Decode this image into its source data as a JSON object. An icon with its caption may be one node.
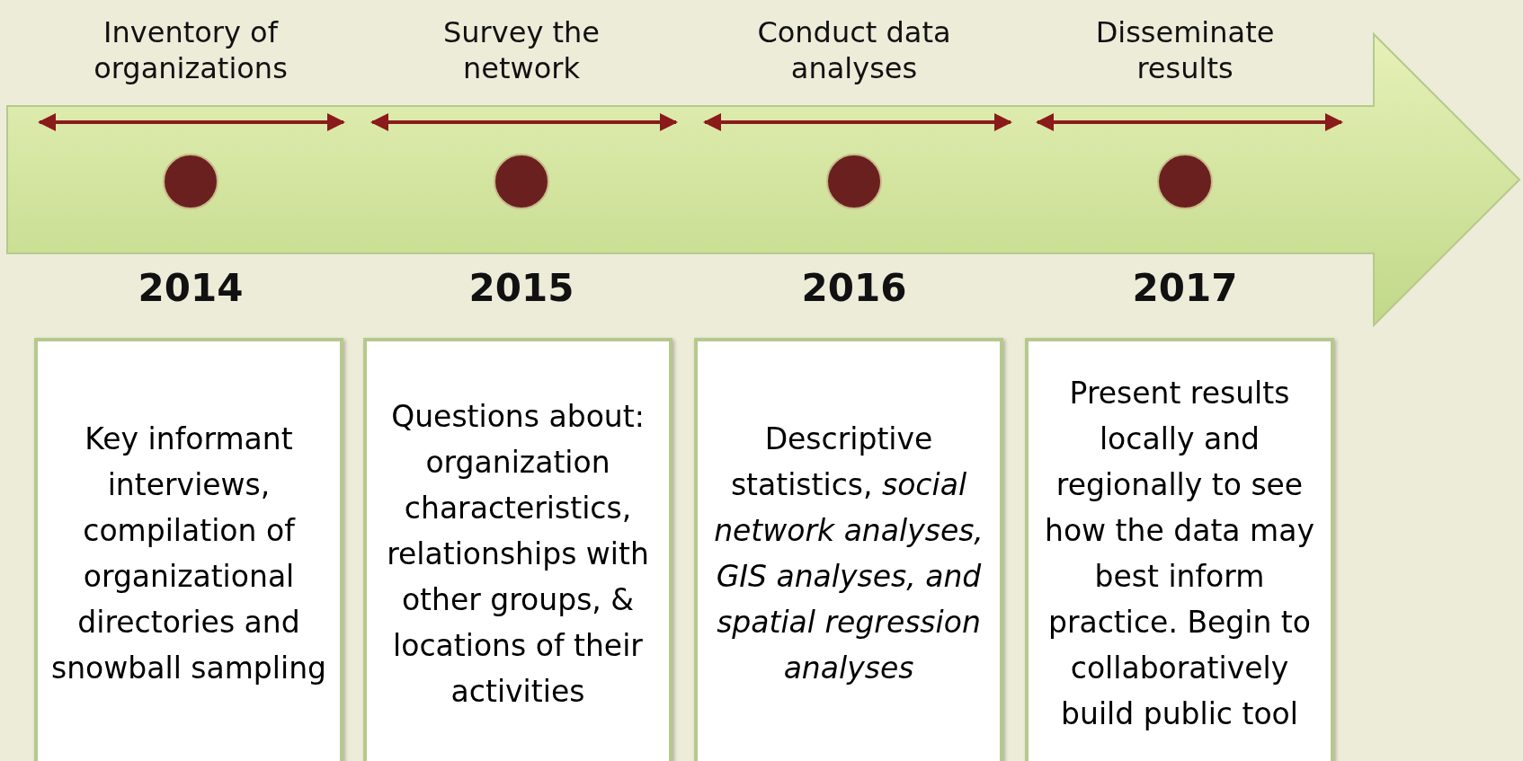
{
  "diagram": {
    "nodes": [
      {
        "text": [
          "Key informant interviews, compilation of organizational directories and snowball sampling"
        ]
      },
      {
        "text": [
          "Questions about: organization characteristics, relationships with other groups, & locations of their activities"
        ]
      },
      {
        "text": [
          "Descriptive statistics, *social network analyses, GIS analyses, and spatial regression analyses*"
        ]
      },
      {
        "text": [
          "Present results locally and regionally to see how the data may best inform practice. Begin to collaboratively build public tool"
        ]
      }
    ],
    "labels": [
      "Inventory of organizations",
      "Survey the network",
      "Conduct data analyses",
      "Disseminate results",
      "2014",
      "2015",
      "2016",
      "2017"
    ]
  }
}
